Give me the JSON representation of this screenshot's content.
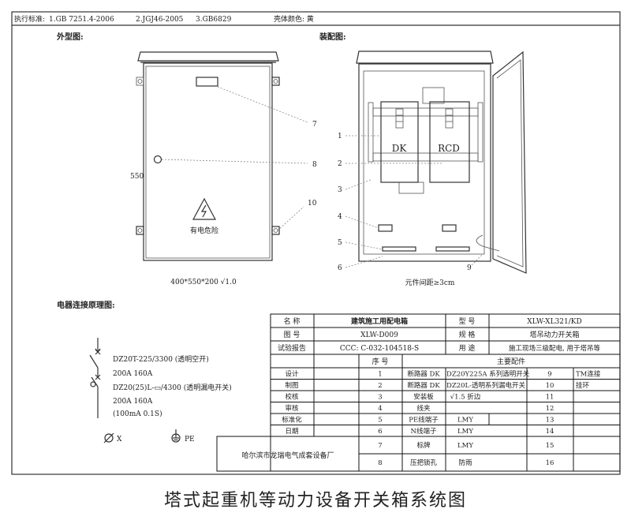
{
  "header": {
    "standard_label": "执行标准:",
    "std1": "1.GB 7251.4-2006",
    "std2": "2.JGJ46-2005",
    "std3": "3.GB6829",
    "shell_color": "壳体颜色: 黄"
  },
  "exterior": {
    "title": "外型图:",
    "height_dim": "550",
    "warning": "有电危险",
    "callout_7": "7",
    "callout_8": "8",
    "callout_10": "10",
    "size_note": "400*550*200 √1.0"
  },
  "assembly": {
    "title": "装配图:",
    "dk": "DK",
    "rcd": "RCD",
    "callouts": [
      "1",
      "2",
      "3",
      "4",
      "5",
      "6"
    ],
    "callout_9": "9",
    "spacing_note": "元件间距≥3cm"
  },
  "circuit": {
    "title": "电器连接原理图:",
    "lines": [
      "DZ20T-225/3300 (透明空开)",
      "200A  160A",
      "DZ20(25)L-▭/4300 (透明漏电开关)",
      "200A  160A",
      "(100mA 0.1S)"
    ],
    "x_label": "X",
    "pe_label": "PE"
  },
  "table": {
    "name_label": "名    称",
    "name_value": "建筑施工用配电箱",
    "model_label": "型    号",
    "model_value": "XLW-XL321/KD",
    "drawing_label": "图    号",
    "drawing_value": "XLW-D009",
    "spec_label": "规    格",
    "spec_value": "塔吊动力开关箱",
    "test_label": "试验报告",
    "test_value": "CCC: C-032-104518-S",
    "use_label": "用    途",
    "use_value": "施工现场三级配电, 用于塔吊等",
    "seq_header": "序  号",
    "parts_header": "主要配件",
    "sign_rows": [
      "设计",
      "制图",
      "校核",
      "审核",
      "标准化",
      "日期"
    ],
    "parts": [
      {
        "no": "1",
        "name": "断路器 DK",
        "spec": "DZ20Y225A 系列透明开关",
        "no2": "9",
        "name2": "TM连接"
      },
      {
        "no": "2",
        "name": "断路器 DK",
        "spec": "DZ20L-透明系列漏电开关",
        "no2": "10",
        "name2": "挂环"
      },
      {
        "no": "3",
        "name": "安装板",
        "spec": "√1.5 折边",
        "no2": "11",
        "name2": ""
      },
      {
        "no": "4",
        "name": "线夹",
        "spec": "",
        "no2": "12",
        "name2": ""
      },
      {
        "no": "5",
        "name": "PE线端子",
        "spec": "LMY",
        "no2": "13",
        "name2": ""
      },
      {
        "no": "6",
        "name": "N线端子",
        "spec": "LMY",
        "no2": "14",
        "name2": ""
      },
      {
        "no": "7",
        "name": "标牌",
        "spec": "LMY",
        "no2": "15",
        "name2": ""
      },
      {
        "no": "8",
        "name": "压把锁孔",
        "spec": "防雨",
        "no2": "16",
        "name2": ""
      }
    ],
    "company": "哈尔滨市龙瑞电气成套设备厂"
  },
  "footer": {
    "title": "塔式起重机等动力设备开关箱系统图"
  }
}
